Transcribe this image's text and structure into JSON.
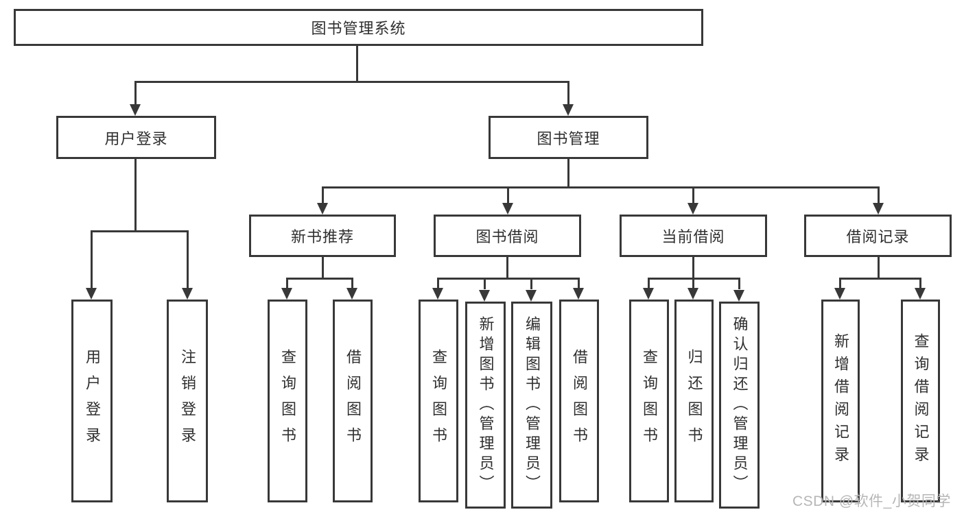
{
  "tree": {
    "label": "图书管理系统",
    "children": [
      {
        "label": "用户登录",
        "children": [
          {
            "label": "用户登录"
          },
          {
            "label": "注销登录"
          }
        ]
      },
      {
        "label": "图书管理",
        "children": [
          {
            "label": "新书推荐",
            "children": [
              {
                "label": "查询图书"
              },
              {
                "label": "借阅图书"
              }
            ]
          },
          {
            "label": "图书借阅",
            "children": [
              {
                "label": "查询图书"
              },
              {
                "label": "新增图书（管理员）"
              },
              {
                "label": "编辑图书（管理员）"
              },
              {
                "label": "借阅图书"
              }
            ]
          },
          {
            "label": "当前借阅",
            "children": [
              {
                "label": "查询图书"
              },
              {
                "label": "归还图书"
              },
              {
                "label": "确认归还（管理员）"
              }
            ]
          },
          {
            "label": "借阅记录",
            "children": [
              {
                "label": "新增借阅记录"
              },
              {
                "label": "查询借阅记录"
              }
            ]
          }
        ]
      }
    ]
  },
  "watermark": {
    "text": "CSDN @软件_小贺同学"
  },
  "colors": {
    "line": "#383838",
    "border": "#383838",
    "text": "#2f2f2f",
    "watermark": "#b6b6b6",
    "background": "#ffffff"
  }
}
